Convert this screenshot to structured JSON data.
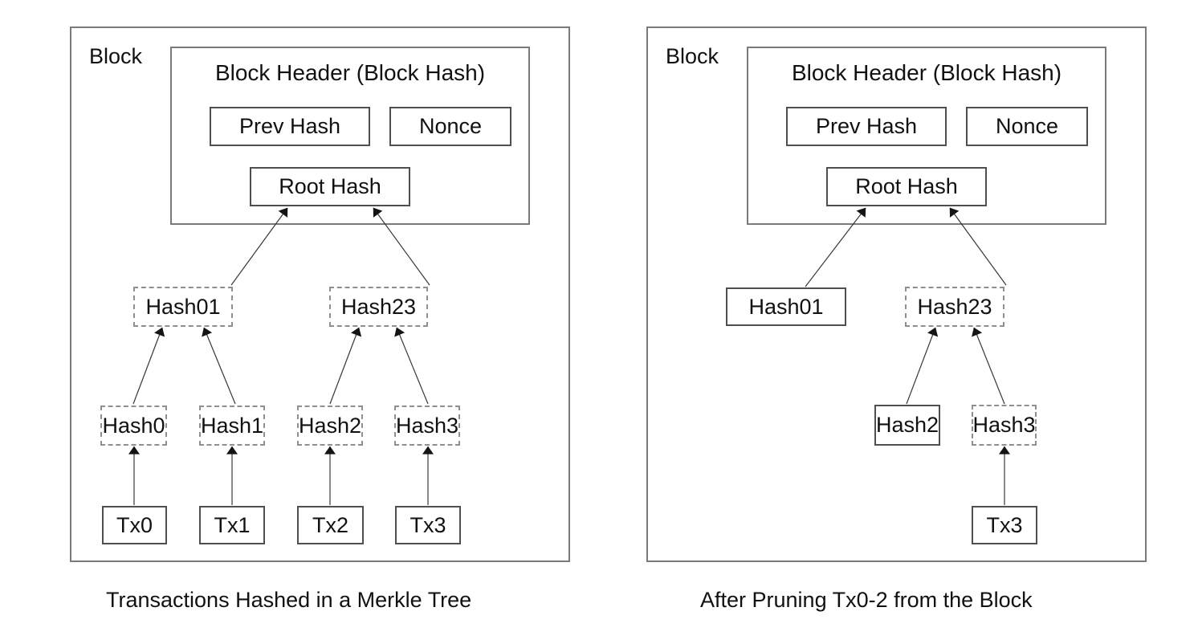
{
  "colors": {
    "background": "#ffffff",
    "frame_border": "#7a7a7a",
    "solid_node_border": "#4f4f4f",
    "dashed_node_border": "#8f8f8f",
    "arrow_line": "#383838",
    "arrow_head": "#141414",
    "text": "#111111"
  },
  "left_diagram": {
    "block_label": "Block",
    "header": {
      "title": "Block Header (Block Hash)",
      "prev_hash": "Prev Hash",
      "nonce": "Nonce",
      "root_hash": "Root Hash"
    },
    "tree": {
      "hash01": {
        "label": "Hash01",
        "border": "dashed"
      },
      "hash23": {
        "label": "Hash23",
        "border": "dashed"
      },
      "hash0": {
        "label": "Hash0",
        "border": "dashed"
      },
      "hash1": {
        "label": "Hash1",
        "border": "dashed"
      },
      "hash2": {
        "label": "Hash2",
        "border": "dashed"
      },
      "hash3": {
        "label": "Hash3",
        "border": "dashed"
      },
      "tx0": {
        "label": "Tx0",
        "border": "solid"
      },
      "tx1": {
        "label": "Tx1",
        "border": "solid"
      },
      "tx2": {
        "label": "Tx2",
        "border": "solid"
      },
      "tx3": {
        "label": "Tx3",
        "border": "solid"
      }
    },
    "caption": "Transactions Hashed in a Merkle Tree"
  },
  "right_diagram": {
    "block_label": "Block",
    "header": {
      "title": "Block Header (Block Hash)",
      "prev_hash": "Prev Hash",
      "nonce": "Nonce",
      "root_hash": "Root Hash"
    },
    "tree": {
      "hash01": {
        "label": "Hash01",
        "border": "solid"
      },
      "hash23": {
        "label": "Hash23",
        "border": "dashed"
      },
      "hash2": {
        "label": "Hash2",
        "border": "solid"
      },
      "hash3": {
        "label": "Hash3",
        "border": "dashed"
      },
      "tx3": {
        "label": "Tx3",
        "border": "solid"
      }
    },
    "caption": "After Pruning Tx0-2 from the Block"
  }
}
